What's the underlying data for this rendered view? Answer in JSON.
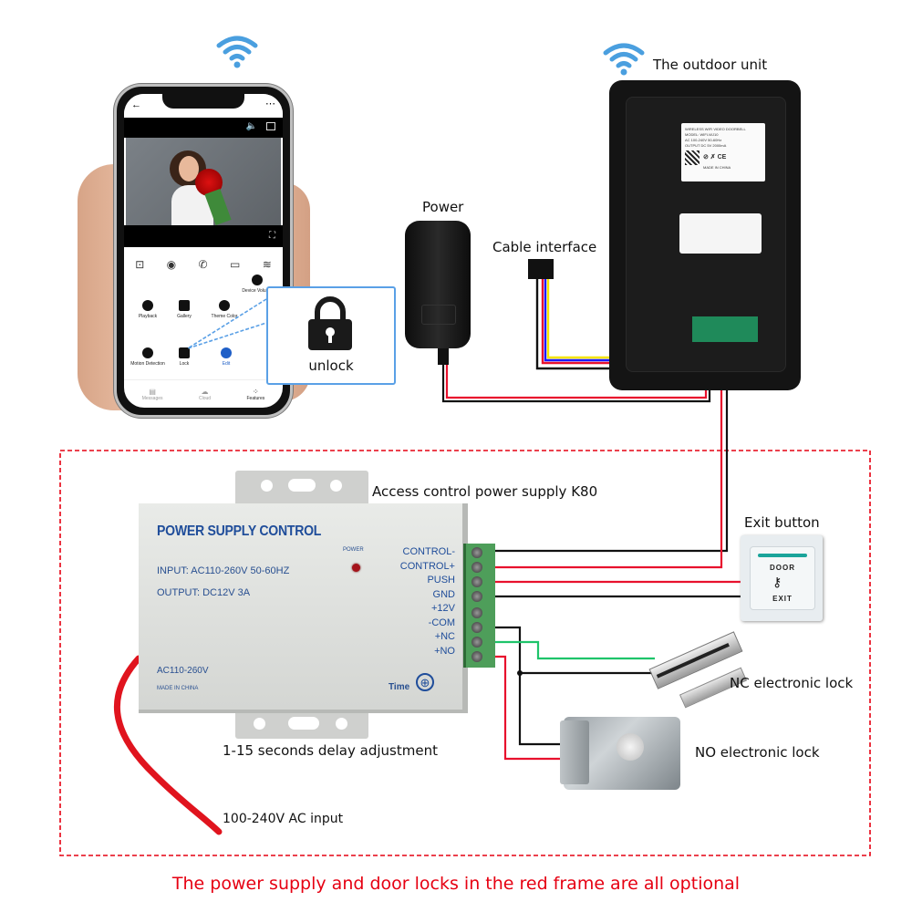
{
  "labels": {
    "outdoor_unit": "The outdoor unit",
    "power": "Power",
    "cable_interface": "Cable interface",
    "access_control": "Access control power supply K80",
    "exit_button": "Exit button",
    "nc_lock": "NC electronic lock",
    "no_lock": "NO electronic lock",
    "delay": "1-15 seconds delay adjustment",
    "ac_input": "100-240V AC input"
  },
  "footer_note": "The power supply and door locks in the red frame are all optional",
  "phone": {
    "features": [
      {
        "label": "Playback",
        "icon": "play-icon"
      },
      {
        "label": "Gallery",
        "icon": "gallery-icon"
      },
      {
        "label": "Theme Color",
        "icon": "palette-icon"
      },
      {
        "label": "Device Volume",
        "icon": "speaker-icon"
      },
      {
        "label": "Motion Detection",
        "icon": "motion-icon"
      },
      {
        "label": "Lock",
        "icon": "lock-icon"
      },
      {
        "label": "Edit",
        "icon": "edit-icon"
      }
    ],
    "tabs": [
      {
        "label": "Messages",
        "icon": "message-icon"
      },
      {
        "label": "Cloud",
        "icon": "cloud-icon"
      },
      {
        "label": "Features",
        "icon": "grid-icon"
      }
    ]
  },
  "callout": {
    "label": "unlock",
    "icon": "padlock-icon"
  },
  "power_box": {
    "title": "POWER SUPPLY CONTROL",
    "input": "INPUT: AC110-260V 50-60HZ",
    "output": "OUTPUT:  DC12V  3A",
    "led_label": "POWER",
    "ac_rating": "AC110-260V",
    "made_in": "MADE IN CHINA",
    "time_label": "Time",
    "terminals": [
      "CONTROL-",
      "CONTROL+",
      "PUSH",
      "GND",
      "+12V",
      "-COM",
      "+NC",
      "+NO"
    ]
  },
  "exit_button_face": {
    "top": "DOOR",
    "bottom": "EXIT"
  },
  "outdoor_label_text": [
    "WIRELESS WIFI VIDEO DOORBELL",
    "MODEL: WIFI-WJ10",
    "AC 100-240V 50-60Hz",
    "OUTPUT DC 5V 2000mA",
    "MADE IN CHINA"
  ],
  "colors": {
    "frame": "#e60012",
    "wifi": "#4a9fdf",
    "callout_border": "#5aa0e6",
    "box_text": "#1f4d9a",
    "wire_red": "#e8112d",
    "wire_black": "#111111",
    "wire_blue": "#1a1aff",
    "wire_yellow": "#f5e400",
    "wire_green": "#1ec46a"
  }
}
